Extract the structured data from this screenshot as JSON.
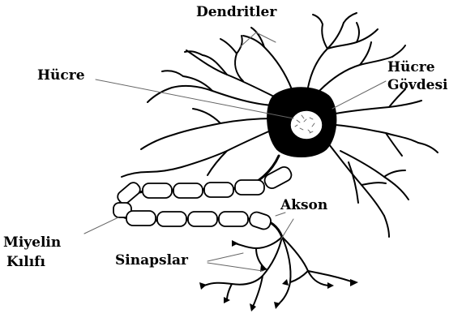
{
  "diagram": {
    "labels": {
      "dendritler": "Dendritler",
      "hucre": "Hücre",
      "hucre_govdesi_1": "Hücre",
      "hucre_govdesi_2": "Gövdesi",
      "akson": "Akson",
      "miyelin_1": "Miyelin",
      "miyelin_2": "Kılıfı",
      "sinapslar": "Sinapslar"
    },
    "colors": {
      "ink": "#000000",
      "myelin_fill": "#ffffff",
      "nucleus_fill": "#ffffff",
      "background": "#ffffff"
    }
  }
}
